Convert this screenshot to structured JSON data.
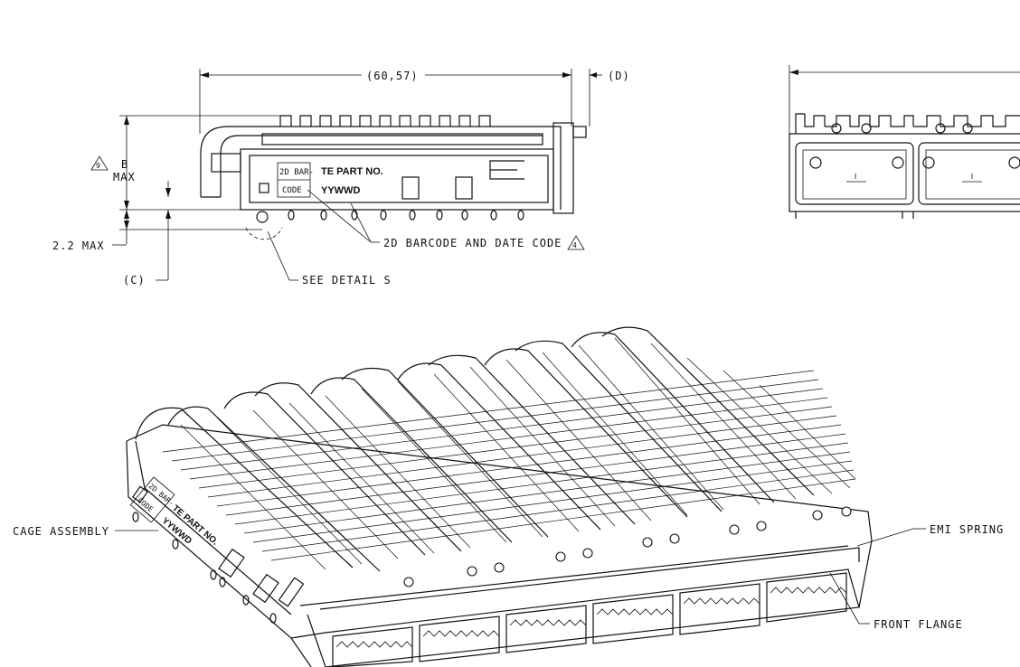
{
  "dimensions": {
    "width_60_57": "(60,57)",
    "d_ref": "(D)",
    "b_label": "B",
    "b_max": "MAX",
    "note_9": "9",
    "note_4": "4",
    "max_2_2": "2.2 MAX",
    "c_ref": "(C)"
  },
  "side_view": {
    "label_box_line1": "2D BAR-",
    "label_box_line2": "CODE",
    "part_no": "TE PART NO.",
    "date_code": "YYWWD"
  },
  "callouts": {
    "barcode_date": "2D BARCODE AND DATE CODE",
    "see_detail": "SEE DETAIL  S",
    "cage_assembly": "CAGE ASSEMBLY",
    "emi_spring": "EMI SPRING",
    "front_flange": "FRONT FLANGE"
  },
  "iso_view": {
    "label_box_line1": "2D BAR-",
    "label_box_line2": "CODE",
    "part_no": "TE PART NO.",
    "date_code": "YYWWD"
  }
}
